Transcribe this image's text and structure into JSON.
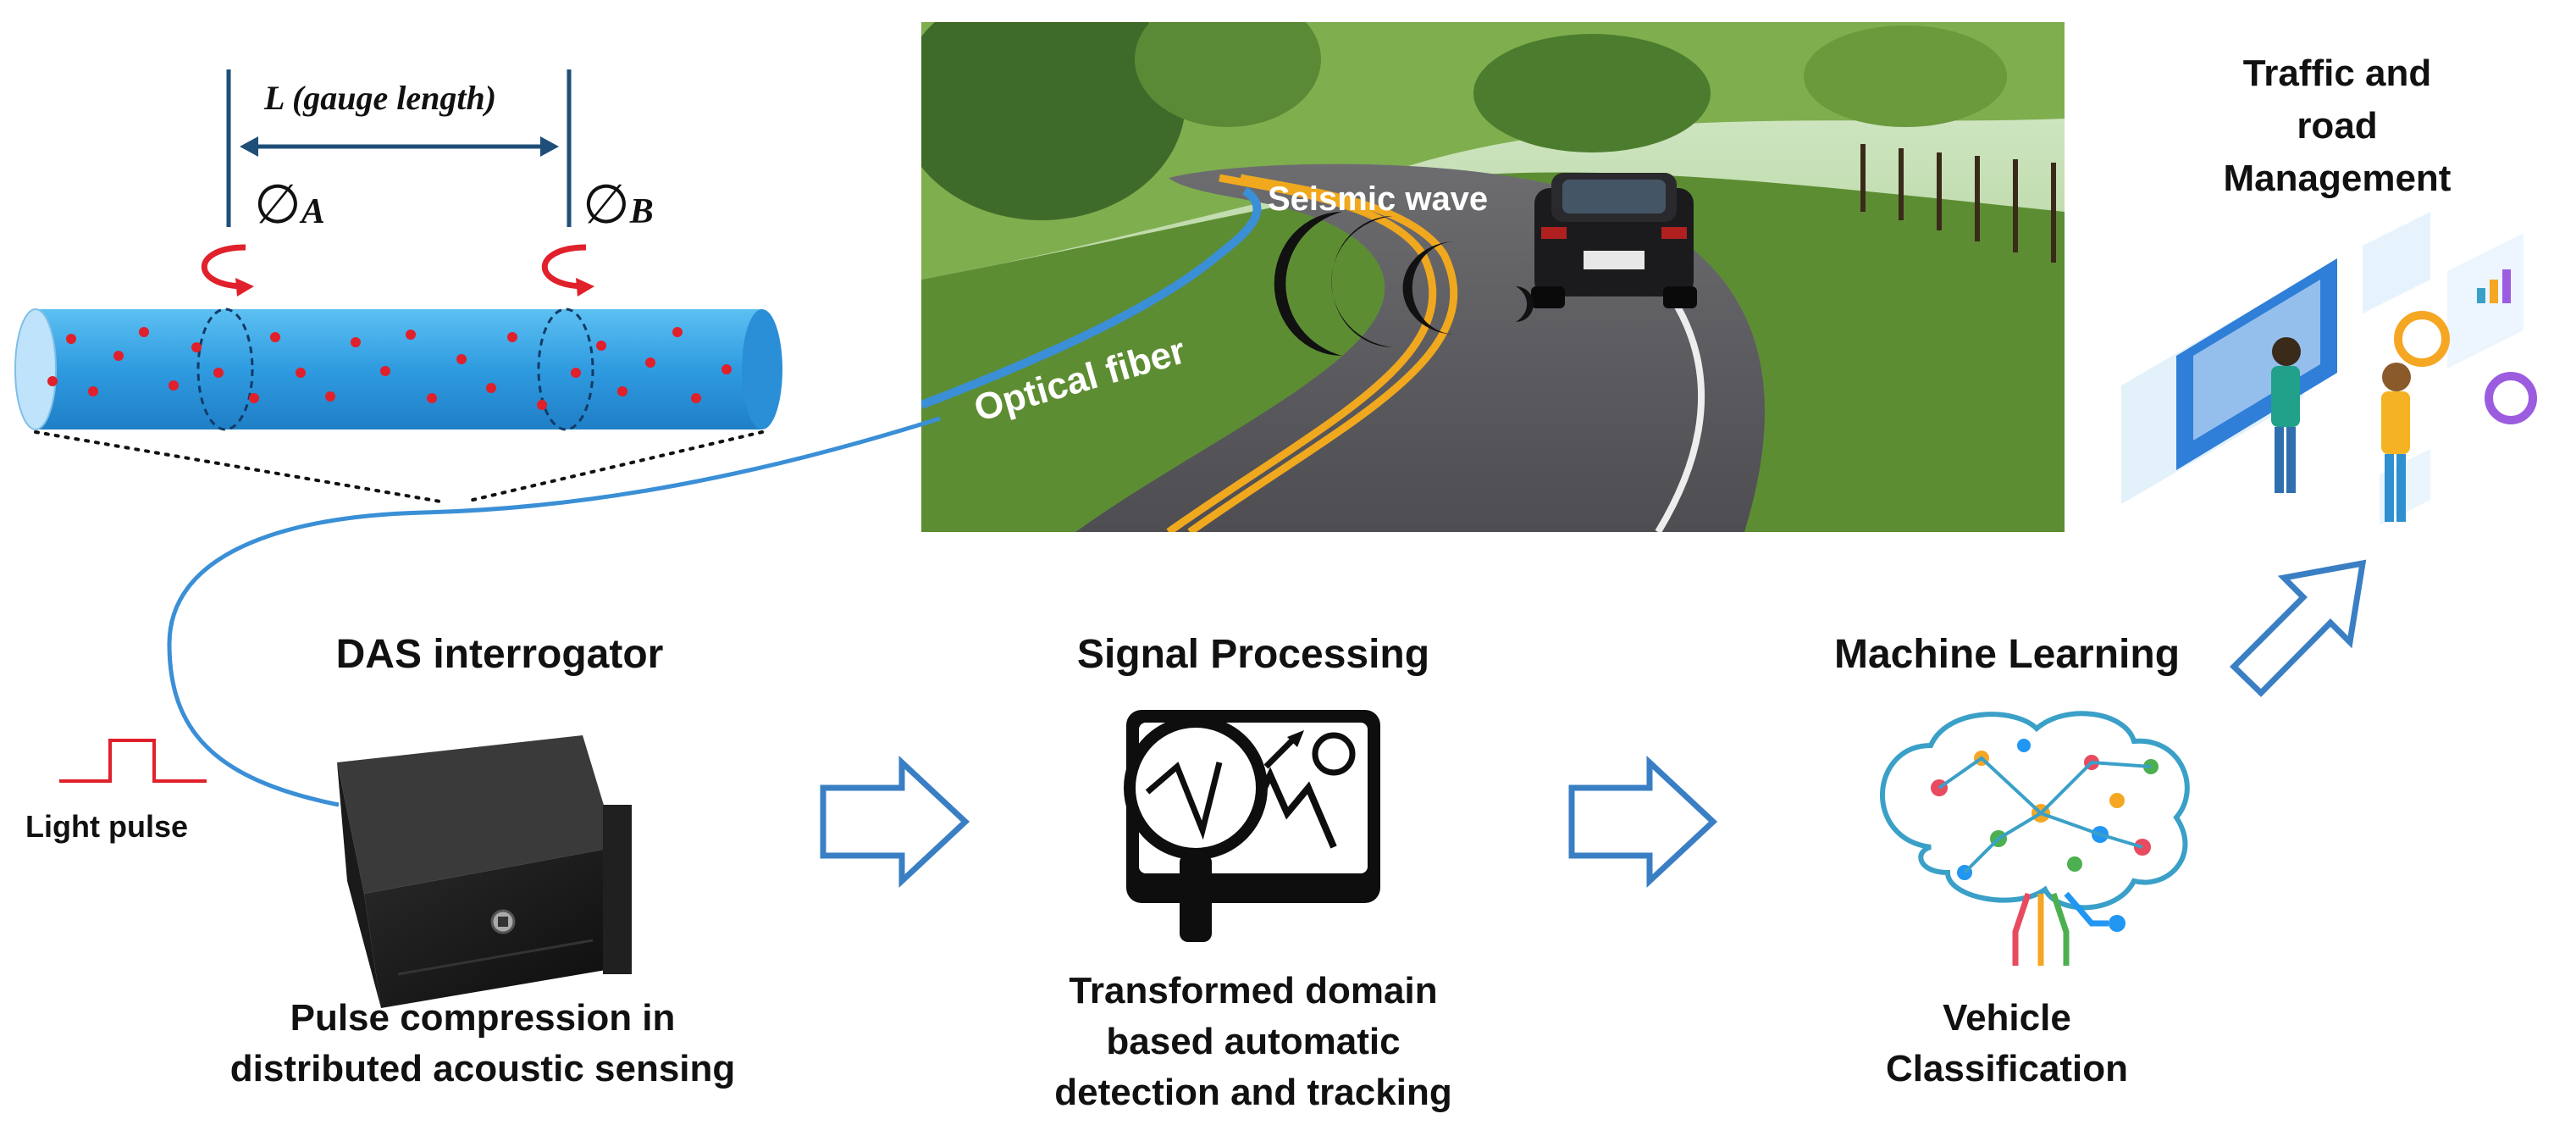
{
  "fiber_section": {
    "gauge_label": "L (gauge length)",
    "phase_a": "∅",
    "phase_a_sub": "A",
    "phase_b": "∅",
    "phase_b_sub": "B"
  },
  "road_scene": {
    "seismic_label": "Seismic wave",
    "fiber_label": "Optical fiber"
  },
  "stages": [
    {
      "title": "DAS interrogator",
      "caption_lines": [
        "Pulse compression in",
        "distributed acoustic sensing"
      ]
    },
    {
      "title": "Signal Processing",
      "caption_lines": [
        "Transformed domain",
        "based automatic",
        "detection and tracking"
      ]
    },
    {
      "title": "Machine Learning",
      "caption_lines": [
        "Vehicle",
        "Classification"
      ]
    }
  ],
  "light_pulse_label": "Light pulse",
  "outcome": {
    "title_lines": [
      "Traffic and",
      "road",
      "Management"
    ]
  },
  "colors": {
    "fiber_blue": "#3a8fd6",
    "cylinder_blue": "#2f9be0",
    "scatter_red": "#e0202a",
    "arrow_blue": "#3a7fc4",
    "dark_navy": "#1f4e79"
  },
  "icons": [
    "car-icon",
    "server-rack-icon",
    "magnifier-chart-icon",
    "brain-circuit-icon",
    "dashboard-people-icon"
  ]
}
